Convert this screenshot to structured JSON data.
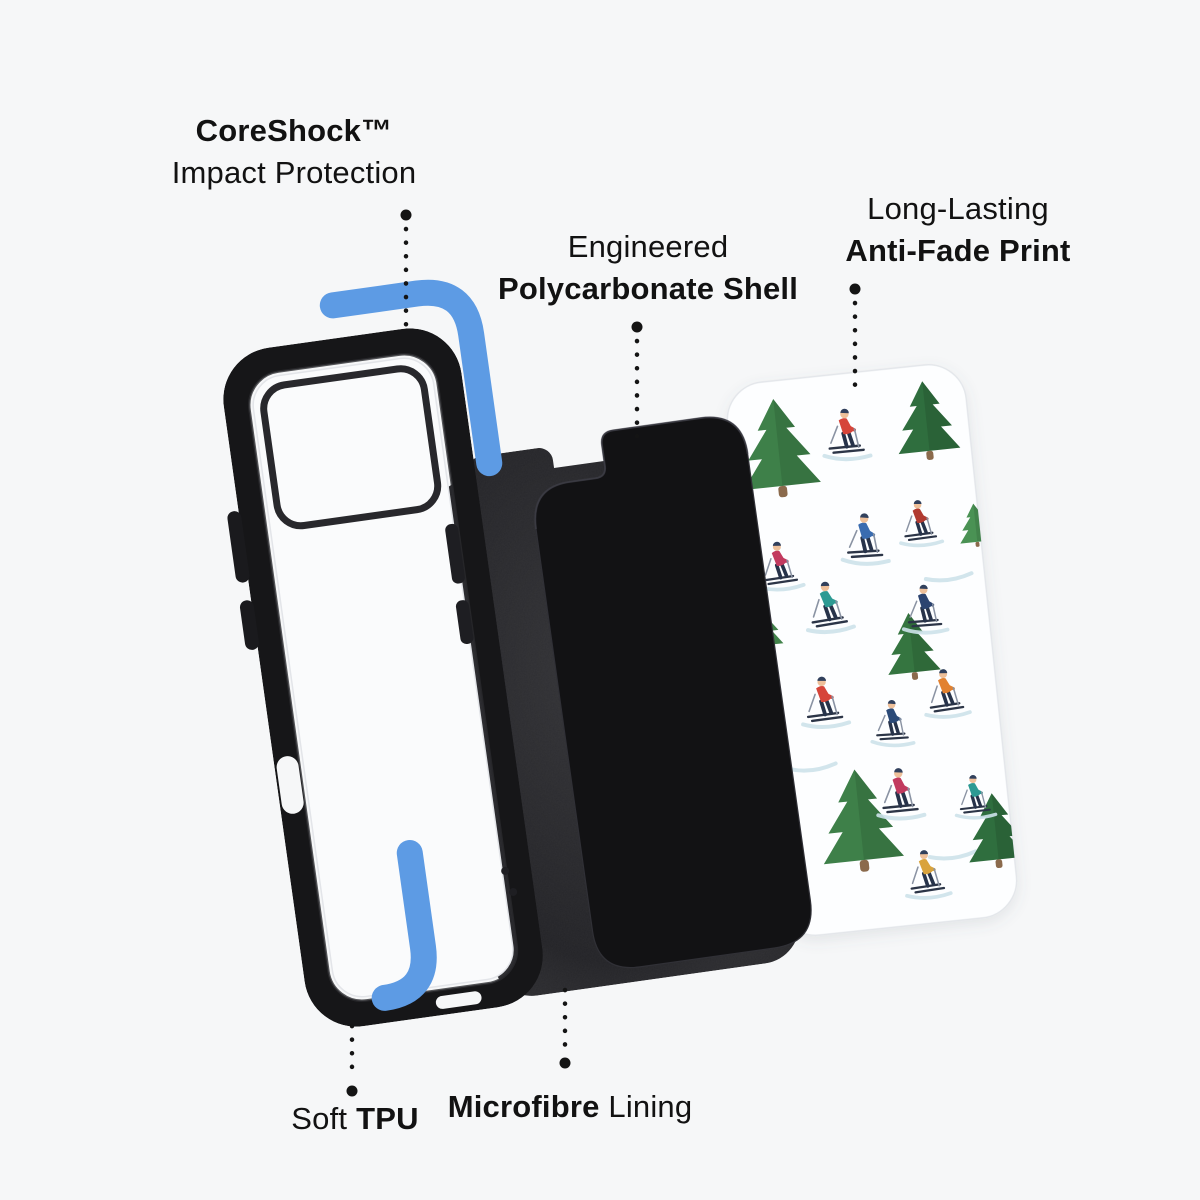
{
  "page": {
    "background": "#f6f7f8"
  },
  "labels": {
    "coreshock": {
      "line1": "CoreShock™",
      "line2": "Impact Protection"
    },
    "shell": {
      "line1": "Engineered",
      "line2": "Polycarbonate Shell"
    },
    "print": {
      "line1": "Long-Lasting",
      "line2": "Anti-Fade Print"
    },
    "tpu": {
      "regular": "Soft",
      "bold": "TPU"
    },
    "lining": {
      "bold": "Microfibre",
      "regular": "Lining"
    }
  },
  "colors": {
    "text": "#121212",
    "leader": "#141414",
    "bumper_blue": "#5d9be4",
    "case_black": "#161618",
    "shell_black": "#121214",
    "lining_black": "#1b1b1f",
    "plate_white": "#fdfeff",
    "trail_blue": "#cde2ea",
    "trees": [
      "#3e8049",
      "#2f6e3e",
      "#4a9254",
      "#357540"
    ],
    "jackets": [
      "#d6453a",
      "#3a6cb0",
      "#c23a5f",
      "#2d9a93",
      "#2c4470",
      "#e2812f",
      "#b13a30",
      "#2b4a78",
      "#d9a33c"
    ]
  },
  "illustration": {
    "description": "Exploded view of a phone case: soft TPU frame with blue corner bumpers, microfibre lining sheet, black polycarbonate shell and printed back plate",
    "pattern": "watercolour skiers and pine trees on snow"
  }
}
